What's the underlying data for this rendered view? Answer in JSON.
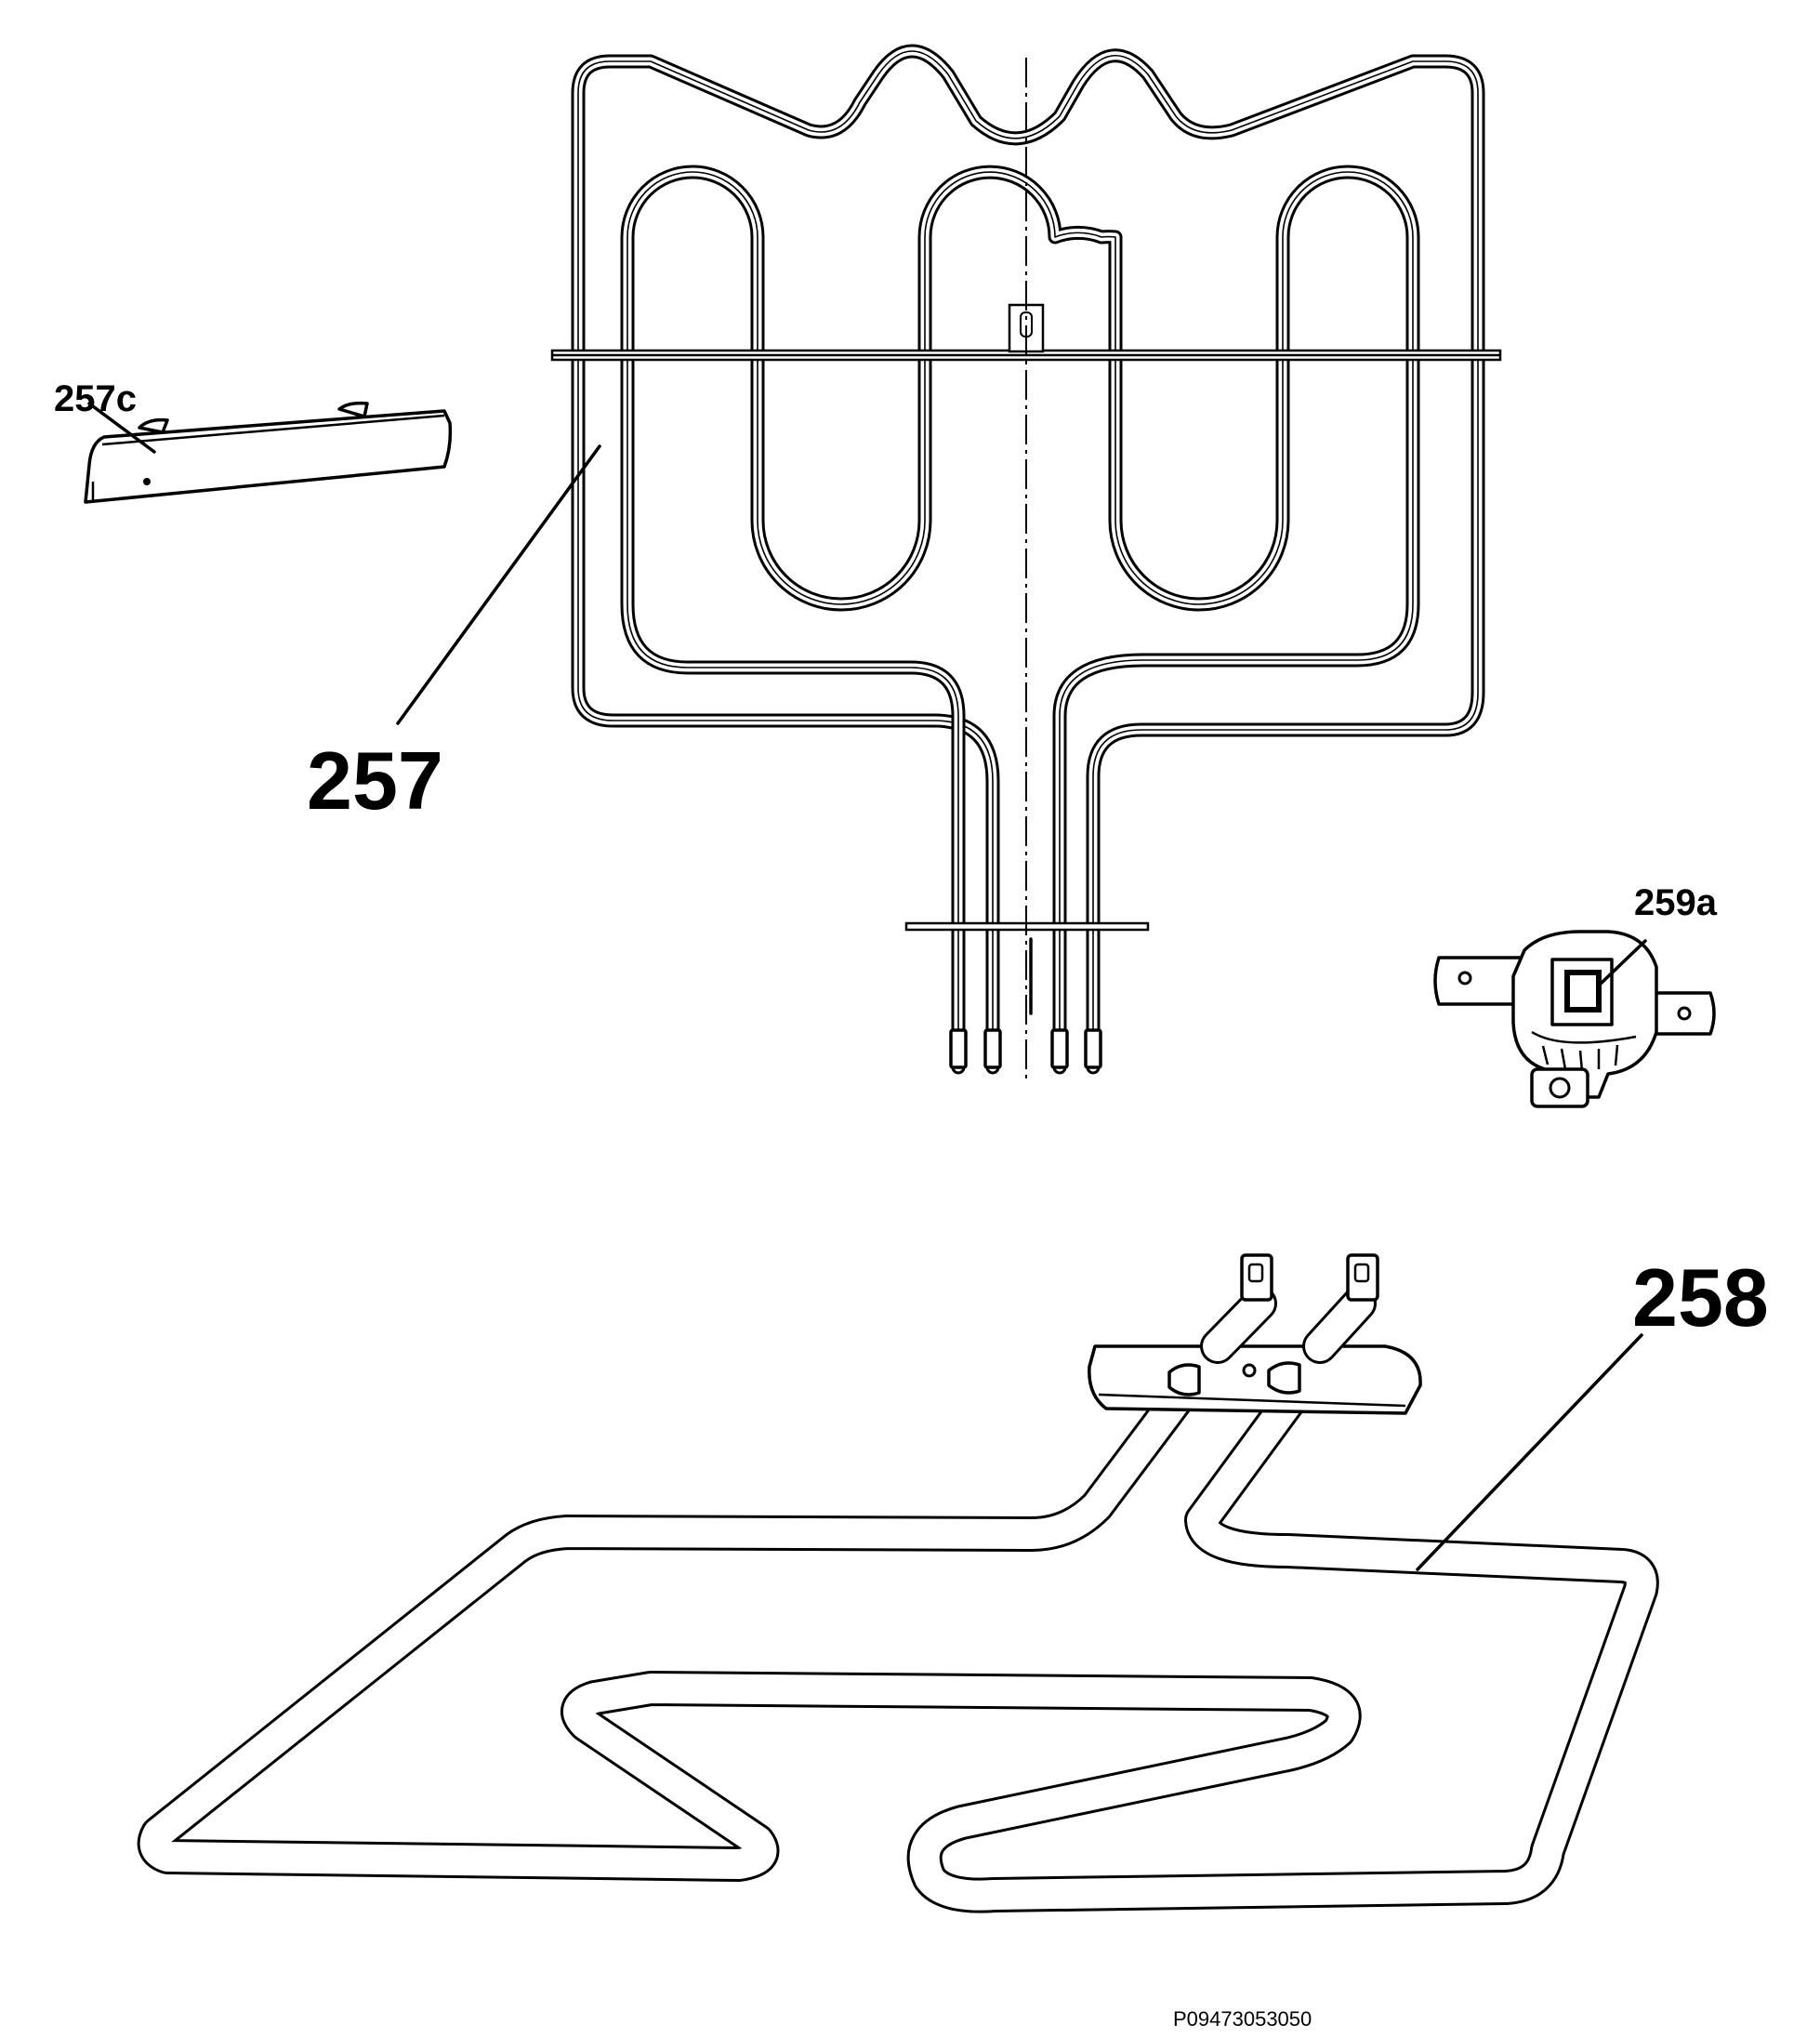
{
  "labels": {
    "part_257": "257",
    "part_257c": "257c",
    "part_258": "258",
    "part_259a": "259a"
  },
  "drawing_code": "P09473053050"
}
